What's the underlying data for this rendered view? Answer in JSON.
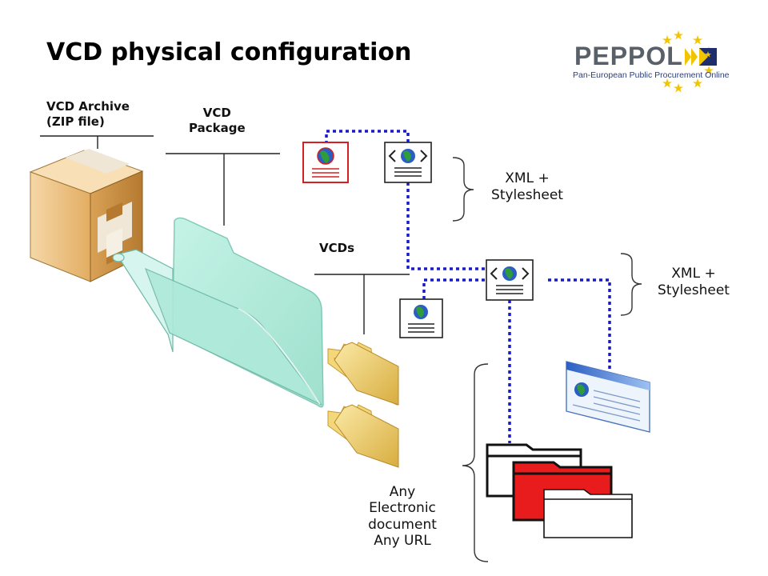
{
  "header": {
    "title": "VCD physical configuration"
  },
  "logo": {
    "name": "PEPPOL",
    "tagline": "Pan-European Public Procurement Online",
    "stars_color": "#f2c400",
    "flag_color": "#1f2d6b"
  },
  "labels": {
    "archive_line1": "VCD Archive",
    "archive_line2": "(ZIP file)",
    "package_line1": "VCD",
    "package_line2": "Package",
    "vcds": "VCDs",
    "xml1_line1": "XML +",
    "xml1_line2": "Stylesheet",
    "xml2_line1": "XML +",
    "xml2_line2": "Stylesheet",
    "any_line1": "Any",
    "any_line2": "Electronic",
    "any_line3": "document",
    "any_line4": "Any URL"
  },
  "colors": {
    "connector": "#1a1acc",
    "package_folder": "#bff0e4",
    "red_folder": "#e81c1c",
    "box": "#e3b574"
  },
  "icons": [
    "zip-archive-icon",
    "vcd-package-folder-icon",
    "vcd-folder-icon",
    "xml-document-icon",
    "red-document-icon",
    "browser-window-icon",
    "document-folder-icon"
  ]
}
